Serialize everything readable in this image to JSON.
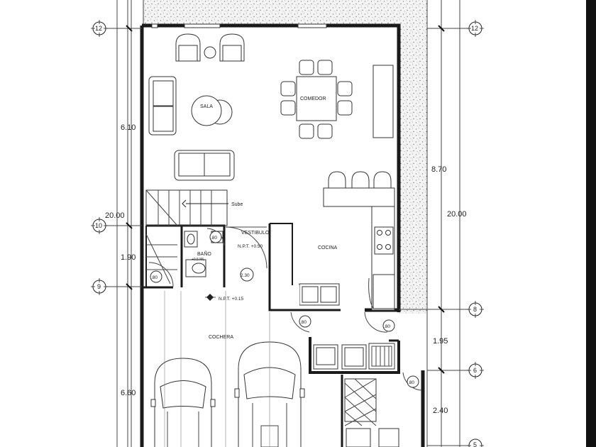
{
  "rooms": {
    "sala": "SALA",
    "comedor": "COMEDOR",
    "vestibulo": "VESTIBULO",
    "cocina": "COCINA",
    "bano": "BAÑO",
    "cochera": "COCHERA",
    "sube": "Sube"
  },
  "levels": {
    "npt_050": "N.P.T. +0.50",
    "npt_015": "N.P.T. +0.15",
    "bano_level": "+0.5 ML"
  },
  "dimensions": {
    "left_top": "6.10",
    "left_total": "20.00",
    "left_mid": "1.90",
    "left_bottom": "6.60",
    "right_top": "8.70",
    "right_total": "20.00",
    "right_mid": "1.95",
    "right_bottom": "2.40"
  },
  "grid_axes": {
    "a12": "12",
    "a10": "10",
    "a9": "9",
    "a8": "8",
    "a6": "6",
    "a5": "5"
  },
  "door_tags": {
    "d1": ".80",
    "d2": ".80",
    "d3": ".80",
    "d4": ".80",
    "d5": ".80",
    "d6": ".80",
    "d7": "2.30"
  }
}
